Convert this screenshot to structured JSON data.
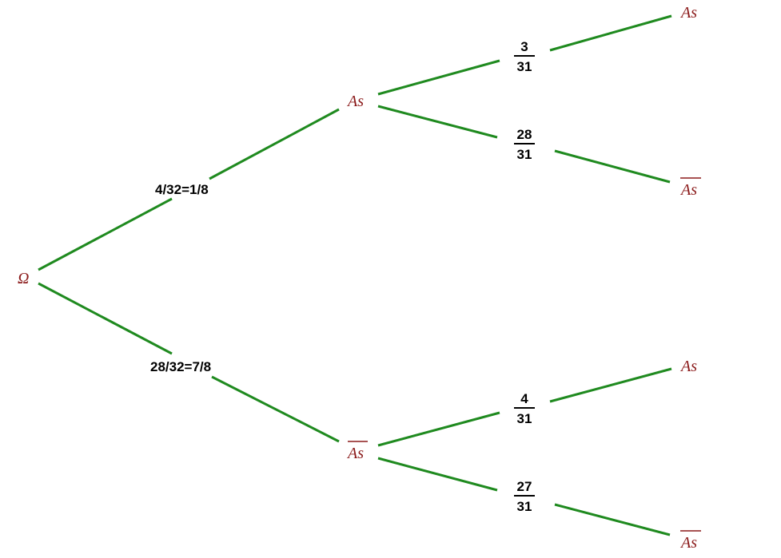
{
  "colors": {
    "edge": "#1f8a1f",
    "node_text": "#8b1a1a",
    "probability_text": "#000000",
    "background": "#ffffff"
  },
  "tree": {
    "root": {
      "label": "Ω"
    },
    "level1": [
      {
        "label": "As",
        "negated": false,
        "probability": "4/32=1/8"
      },
      {
        "label": "As",
        "negated": true,
        "probability": "28/32=7/8"
      }
    ],
    "level2": [
      {
        "label": "As",
        "negated": false,
        "probability": {
          "numerator": "3",
          "denominator": "31"
        }
      },
      {
        "label": "As",
        "negated": true,
        "probability": {
          "numerator": "28",
          "denominator": "31"
        }
      },
      {
        "label": "As",
        "negated": false,
        "probability": {
          "numerator": "4",
          "denominator": "31"
        }
      },
      {
        "label": "As",
        "negated": true,
        "probability": {
          "numerator": "27",
          "denominator": "31"
        }
      }
    ]
  }
}
